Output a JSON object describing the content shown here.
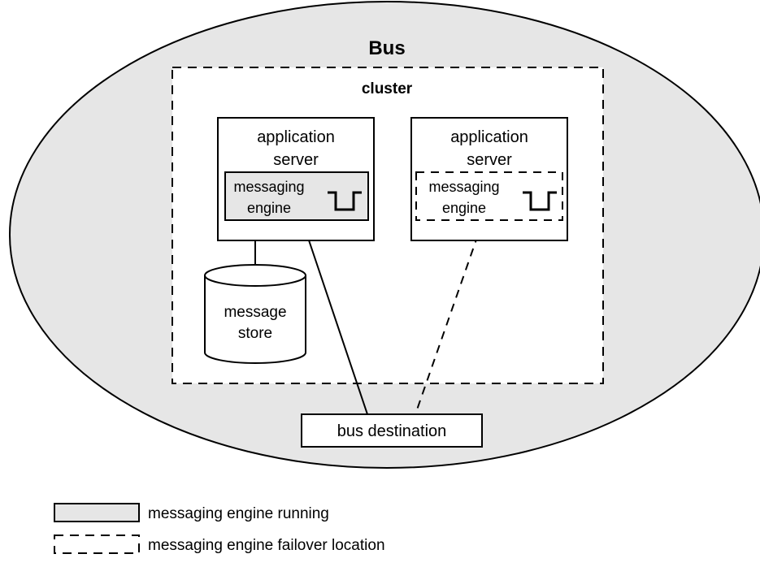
{
  "bus": {
    "label": "Bus",
    "fill": "#e6e6e6"
  },
  "cluster": {
    "label": "cluster"
  },
  "server_left": {
    "line1": "application",
    "line2": "server",
    "engine_line1": "messaging",
    "engine_line2": "engine",
    "engine_fill": "#e6e6e6"
  },
  "server_right": {
    "line1": "application",
    "line2": "server",
    "engine_line1": "messaging",
    "engine_line2": "engine"
  },
  "store": {
    "line1": "message",
    "line2": "store"
  },
  "destination": {
    "label": "bus destination"
  },
  "legend": {
    "running": "messaging engine running",
    "failover": "messaging engine failover location"
  },
  "colors": {
    "stroke": "#000000",
    "background": "#ffffff",
    "running_fill": "#e6e6e6"
  }
}
